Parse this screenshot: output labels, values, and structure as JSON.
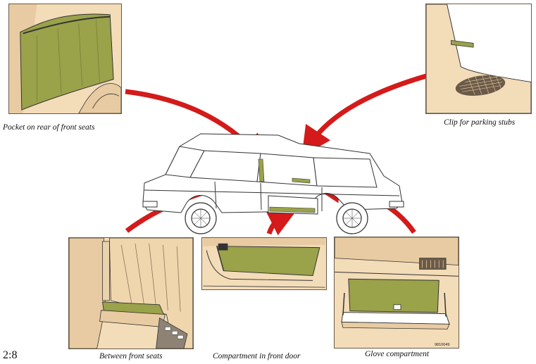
{
  "captions": {
    "pocket": "Pocket on rear of front seats",
    "clip": "Clip for parking stubs",
    "between": "Between front seats",
    "door": "Compartment in front door",
    "glove": "Glove compartment"
  },
  "page_number": "2:8",
  "figure_code": "9810049",
  "colors": {
    "panel_background": "#f3dcb8",
    "highlight_green": "#9aa24a",
    "arrow_red": "#d41a1a",
    "line_art": "#333333"
  }
}
